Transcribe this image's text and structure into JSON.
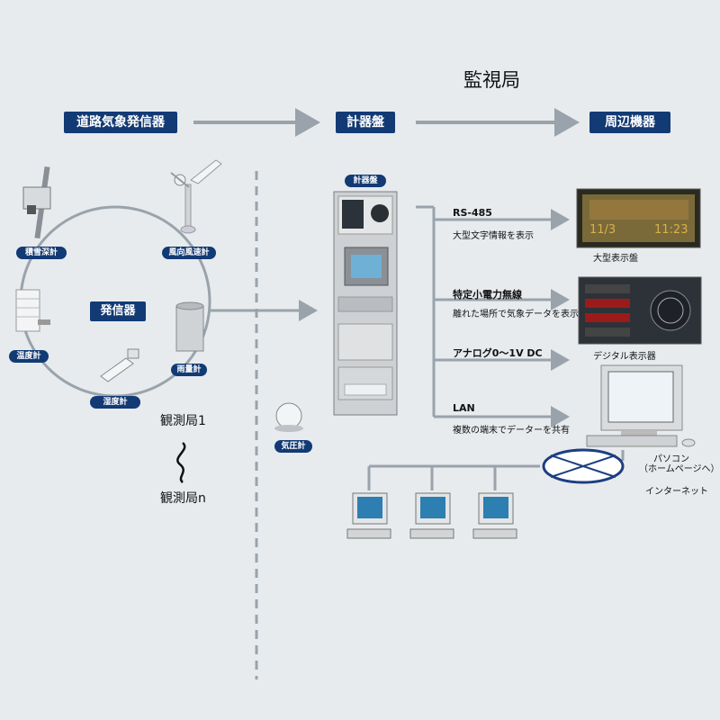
{
  "title": "監視局",
  "headers": {
    "transmitter": "道路気象発信器",
    "panel": "計器盤",
    "peripherals": "周辺機器"
  },
  "sensors": {
    "snow_depth": "積雪深計",
    "wind": "風向風速計",
    "temperature": "温度計",
    "humidity": "湿度計",
    "rain": "雨量計",
    "pressure": "気圧計"
  },
  "center_label": "発信器",
  "stations": {
    "first": "観測局1",
    "tilde": "〜",
    "last": "観測局n"
  },
  "panel_badge": "計器盤",
  "links": [
    {
      "name": "RS-485",
      "desc": "大型文字情報を表示"
    },
    {
      "name": "特定小電力無線",
      "desc": "離れた場所で気象データを表示"
    },
    {
      "name": "アナログ0〜1V DC",
      "desc": ""
    },
    {
      "name": "LAN",
      "desc": "複数の端末でデーターを共有"
    }
  ],
  "devices": {
    "large_display": "大型表示盤",
    "large_display_text_a": "11/3",
    "large_display_text_b": "11:23",
    "digital_display": "デジタル表示器",
    "pc_line1": "パソコン",
    "pc_line2": "（ホームページへ）",
    "internet": "インターネット"
  },
  "colors": {
    "background": "#e7ebee",
    "header_blue": "#123a74",
    "arrow_gray": "#9aa3ab"
  }
}
